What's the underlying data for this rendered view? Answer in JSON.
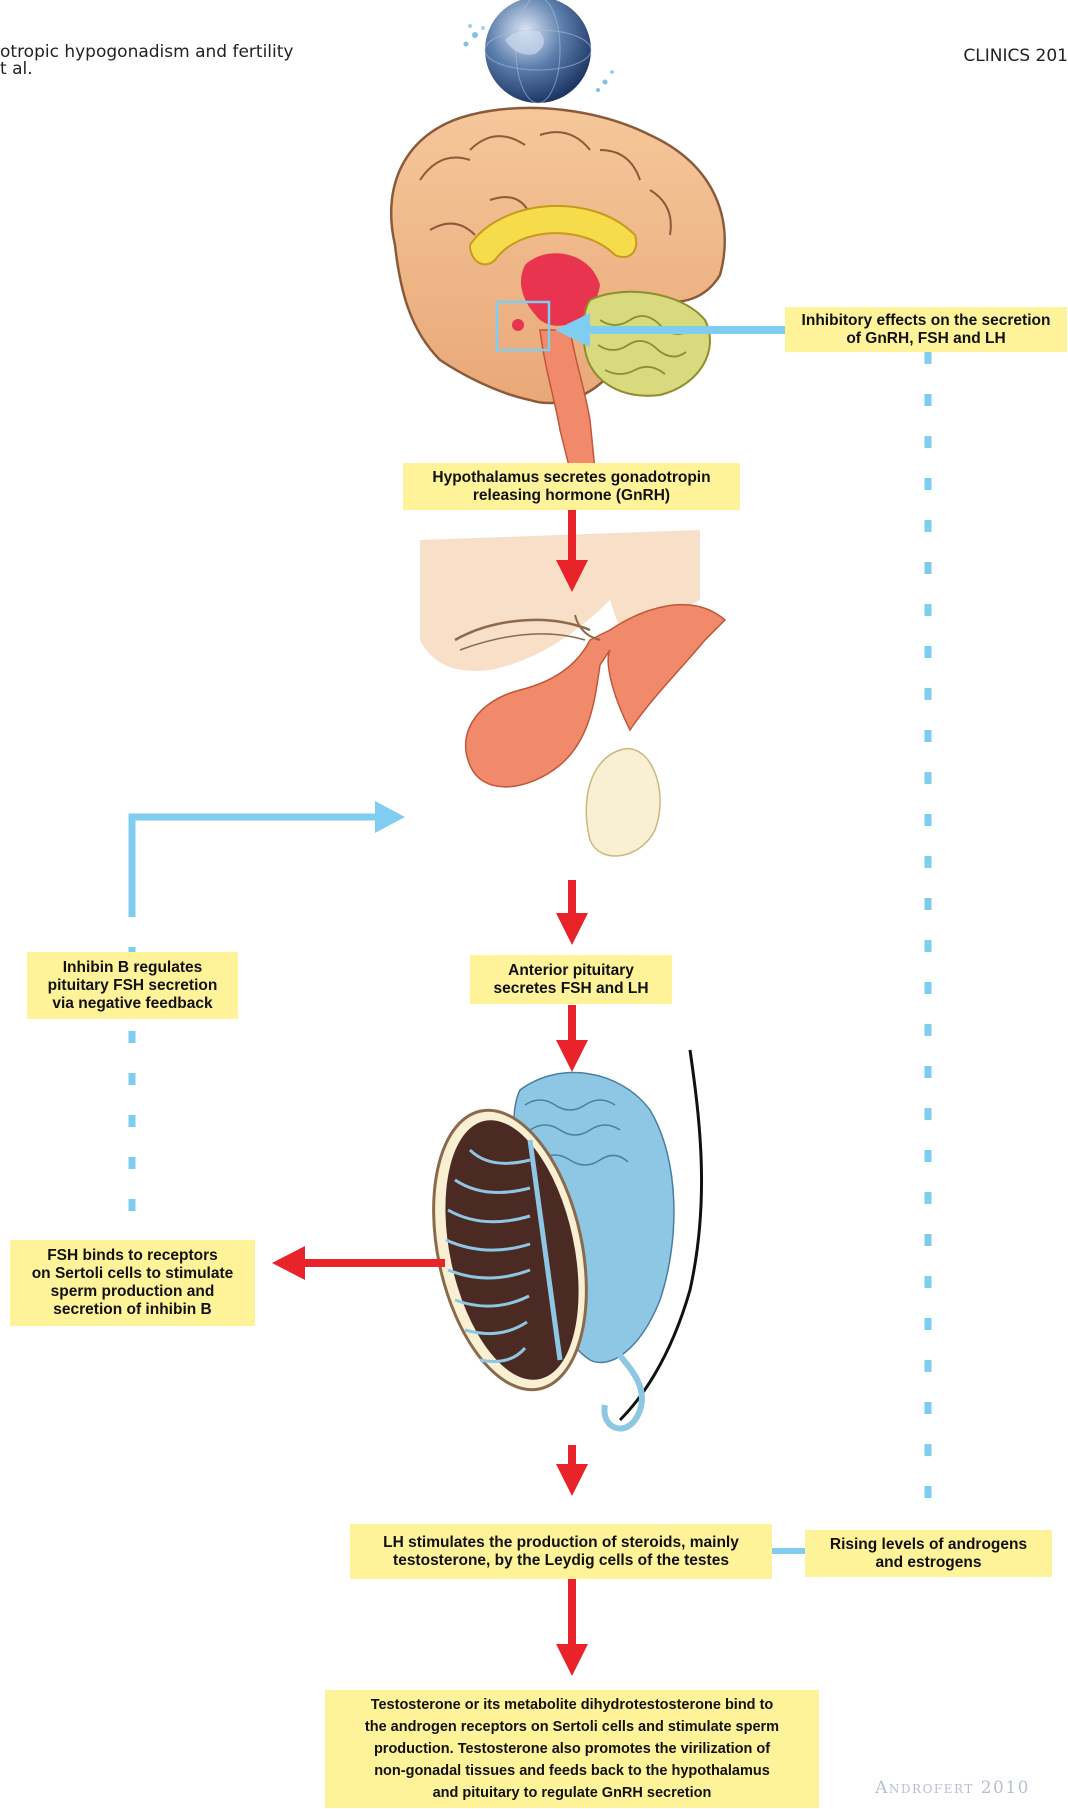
{
  "header": {
    "left_line1": "otropic hypogonadism and fertility",
    "left_line2": "t al.",
    "right": "CLINICS 201"
  },
  "labels": {
    "inhibitory": "Inhibitory effects on the secretion\nof GnRH, FSH and LH",
    "hypothalamus": "Hypothalamus secretes gonadotropin\nreleasing hormone (GnRH)",
    "inhibin": "Inhibin B regulates\npituitary FSH secretion\nvia negative feedback",
    "pituitary": "Anterior pituitary\nsecretes FSH and LH",
    "fsh_binds": "FSH binds to receptors\non Sertoli cells to stimulate\nsperm production and\nsecretion of inhibin B",
    "lh": "LH stimulates the production of steroids, mainly\ntestosterone, by the Leydig cells of the testes",
    "rising": "Rising levels of androgens\nand estrogens",
    "testosterone": "Testosterone or its metabolite dihydrotestosterone bind to\nthe androgen receptors on Sertoli cells and stimulate sperm\nproduction.  Testosterone also promotes the virilization of\nnon-gonadal tissues and feeds back to the hypothalamus\nand pituitary to regulate GnRH secretion"
  },
  "watermark": "Androfert 2010",
  "colors": {
    "label_bg": "#fff39a",
    "stimulatory_arrow": "#e8232a",
    "feedback_line": "#7fcdf0"
  },
  "icons": [
    "globe-logo-icon",
    "brain-illustration",
    "pituitary-illustration",
    "testis-illustration"
  ]
}
